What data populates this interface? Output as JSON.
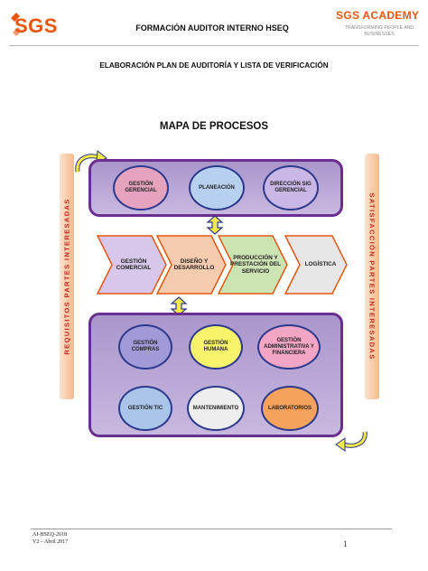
{
  "header": {
    "logo_text": "SGS",
    "title": "FORMACIÓN AUDITOR INTERNO HSEQ",
    "academy_name": "SGS ACADEMY",
    "academy_tagline": "TRANSFORMING PEOPLE AND BUSINESSES"
  },
  "document": {
    "subtitle": "ELABORACIÓN PLAN DE AUDITORÍA Y LISTA DE VERIFICACIÓN",
    "map_title": "MAPA DE PROCESOS",
    "left_bar": "REQUISITOS PARTES INTERESADAS",
    "right_bar": "SATISFACCIÓN PARTES INTERESADAS",
    "strategic": [
      {
        "label": "GESTIÓN GERENCIAL",
        "color": "#e6a3bf"
      },
      {
        "label": "PLANEACIÓN",
        "color": "#b7d0f0"
      },
      {
        "label": "DIRECCIÓN SIG GERENCIAL",
        "color": "#c9b7e6"
      }
    ],
    "missional": [
      {
        "label": "GESTIÓN COMERCIAL",
        "color": "#d7c7ea"
      },
      {
        "label": "DISEÑO Y DESARROLLO",
        "color": "#f7cbb0"
      },
      {
        "label": "PRODUCCIÓN Y PRESTACIÓN DEL SERVICIO",
        "color": "#cce3b4"
      },
      {
        "label": "LOGÍSTICA",
        "color": "#e6e6e6"
      }
    ],
    "support": [
      {
        "label": "GESTIÓN COMPRAS",
        "color": "#a29ad8"
      },
      {
        "label": "GESTIÓN HUMANA",
        "color": "#f7f36a"
      },
      {
        "label": "GESTIÓN ADMINISTRATIVA Y FINANCIERA",
        "color": "#f3a5c6"
      },
      {
        "label": "GESTIÓN TIC",
        "color": "#a9c6ea"
      },
      {
        "label": "MANTENIMIENTO",
        "color": "#eeeeee"
      },
      {
        "label": "LABORATORIOS",
        "color": "#f4a25c"
      }
    ]
  },
  "footer": {
    "code": "AI-HSEQ-2018",
    "version": "V2 – Abril 2017",
    "page": "1"
  }
}
